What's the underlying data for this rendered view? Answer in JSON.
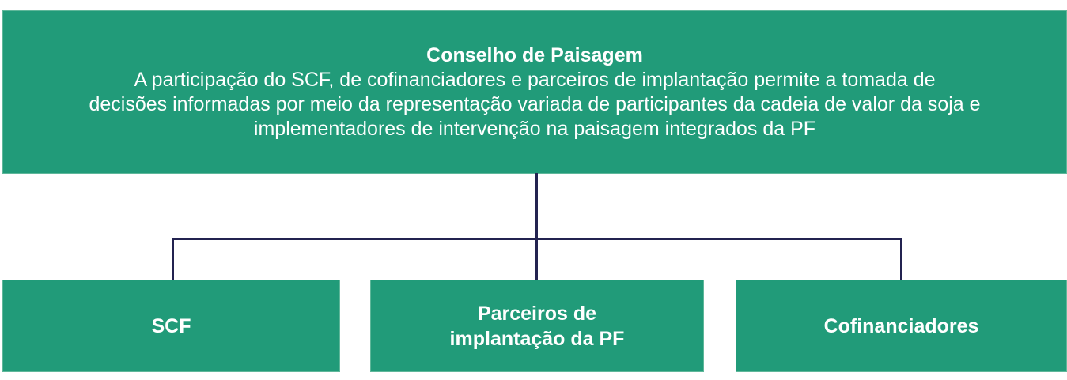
{
  "diagram": {
    "type": "org-chart",
    "header": {
      "title": "Conselho de Paisagem",
      "description": "A participação do SCF, de cofinanciadores e parceiros de implantação permite a tomada de\ndecisões informadas por meio da representação variada de participantes da cadeia de valor da soja e\nimplementadores de intervenção na paisagem integrados da PF"
    },
    "children": [
      {
        "label": "SCF"
      },
      {
        "label": "Parceiros de\nimplantação da PF"
      },
      {
        "label": "Cofinanciadores"
      }
    ],
    "colors": {
      "box_green": "#219b79",
      "box_border_light_green": "#5fb79a",
      "connector_navy": "#232350",
      "text_white": "#ffffff",
      "background": "#ffffff"
    }
  }
}
